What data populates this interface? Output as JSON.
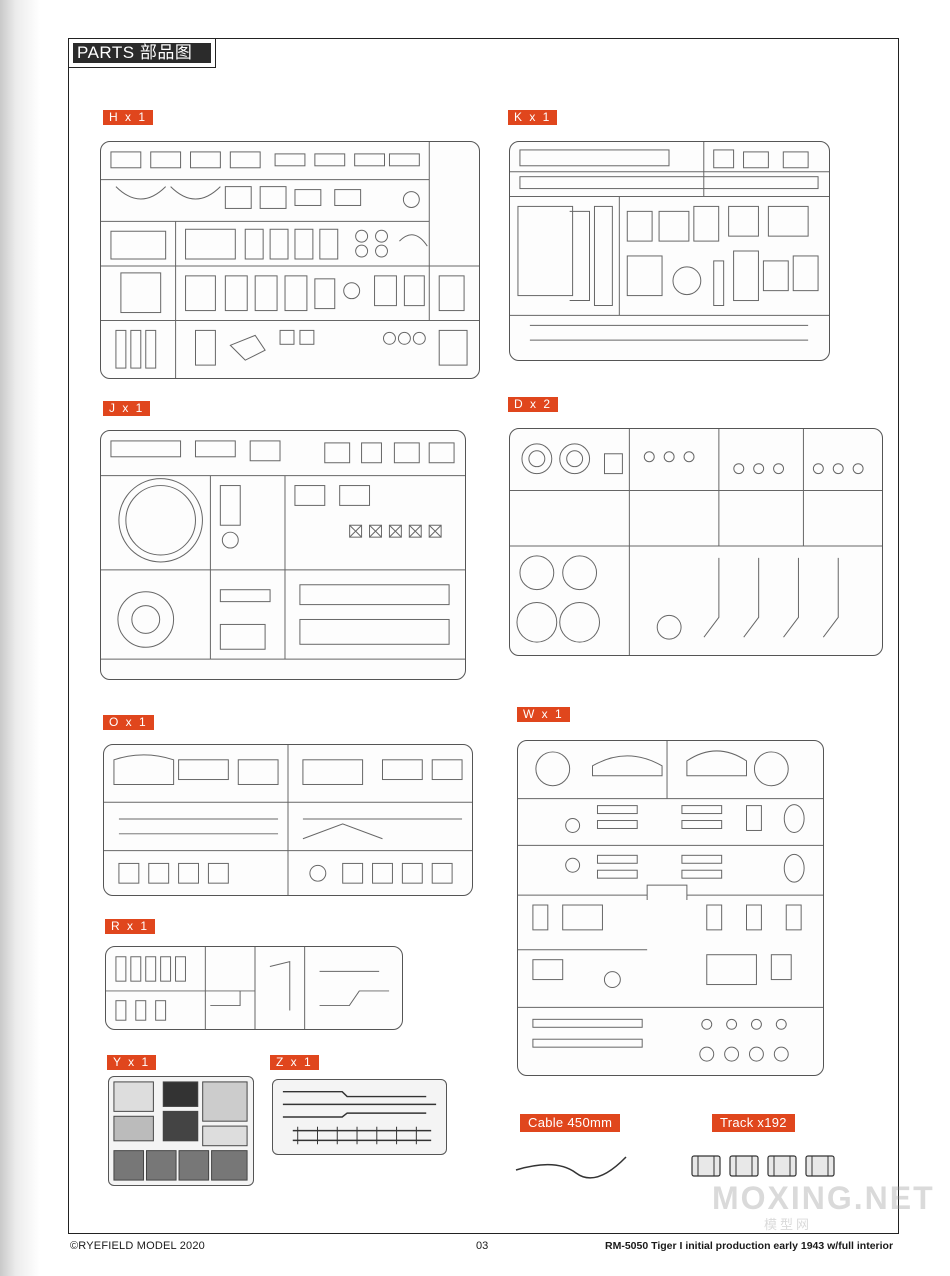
{
  "header": {
    "title": "PARTS  部品图"
  },
  "sprues": [
    {
      "id": "H",
      "label": "H x 1"
    },
    {
      "id": "K",
      "label": "K x 1"
    },
    {
      "id": "J",
      "label": "J x 1"
    },
    {
      "id": "D",
      "label": "D x 2"
    },
    {
      "id": "O",
      "label": "O x 1"
    },
    {
      "id": "W",
      "label": "W x 1"
    },
    {
      "id": "R",
      "label": "R x 1"
    },
    {
      "id": "Y",
      "label": "Y x 1"
    },
    {
      "id": "Z",
      "label": "Z x 1"
    }
  ],
  "extras": {
    "cable": "Cable  450mm",
    "track": "Track x192"
  },
  "footer": {
    "copyright": "©RYEFIELD MODEL 2020",
    "page_number": "03",
    "product": "RM-5050 Tiger I initial production early 1943 w/full interior"
  },
  "watermark": {
    "main": "MOXING.NET",
    "sub": "模型网"
  }
}
